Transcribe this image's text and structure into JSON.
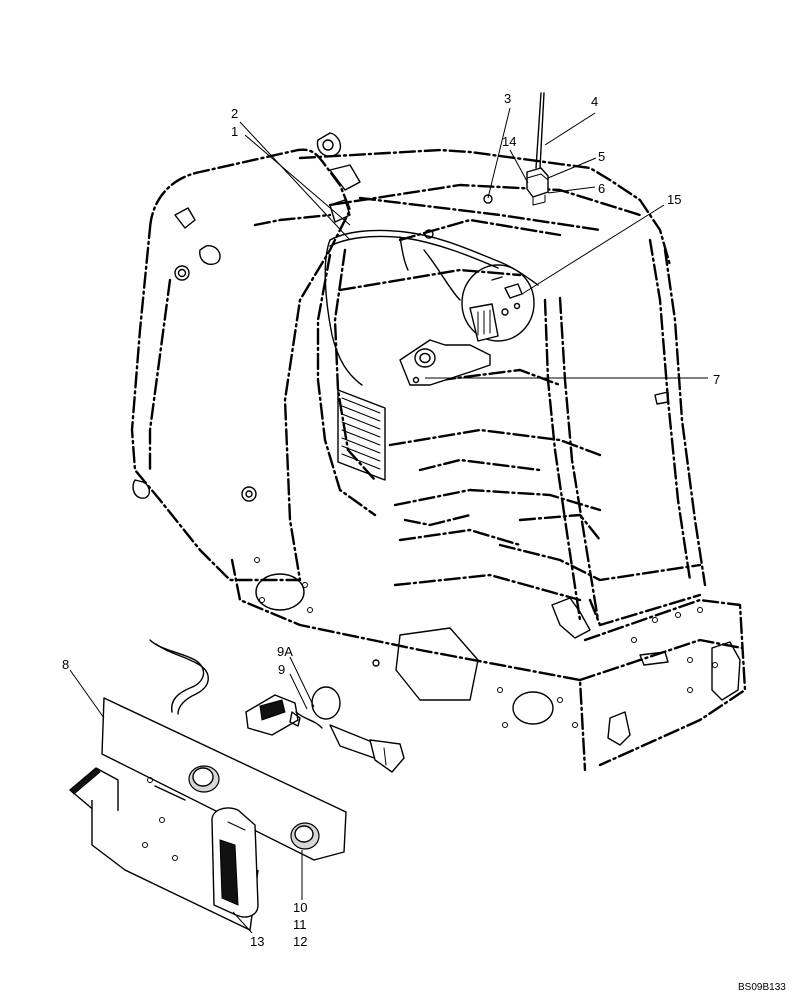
{
  "callouts": {
    "c1": "1",
    "c2": "2",
    "c3": "3",
    "c4": "4",
    "c5": "5",
    "c6": "6",
    "c7": "7",
    "c8": "8",
    "c9": "9",
    "c9a": "9A",
    "c10": "10",
    "c11": "11",
    "c12": "12",
    "c13": "13",
    "c14": "14",
    "c15": "15"
  },
  "reference_code": "BS09B133"
}
